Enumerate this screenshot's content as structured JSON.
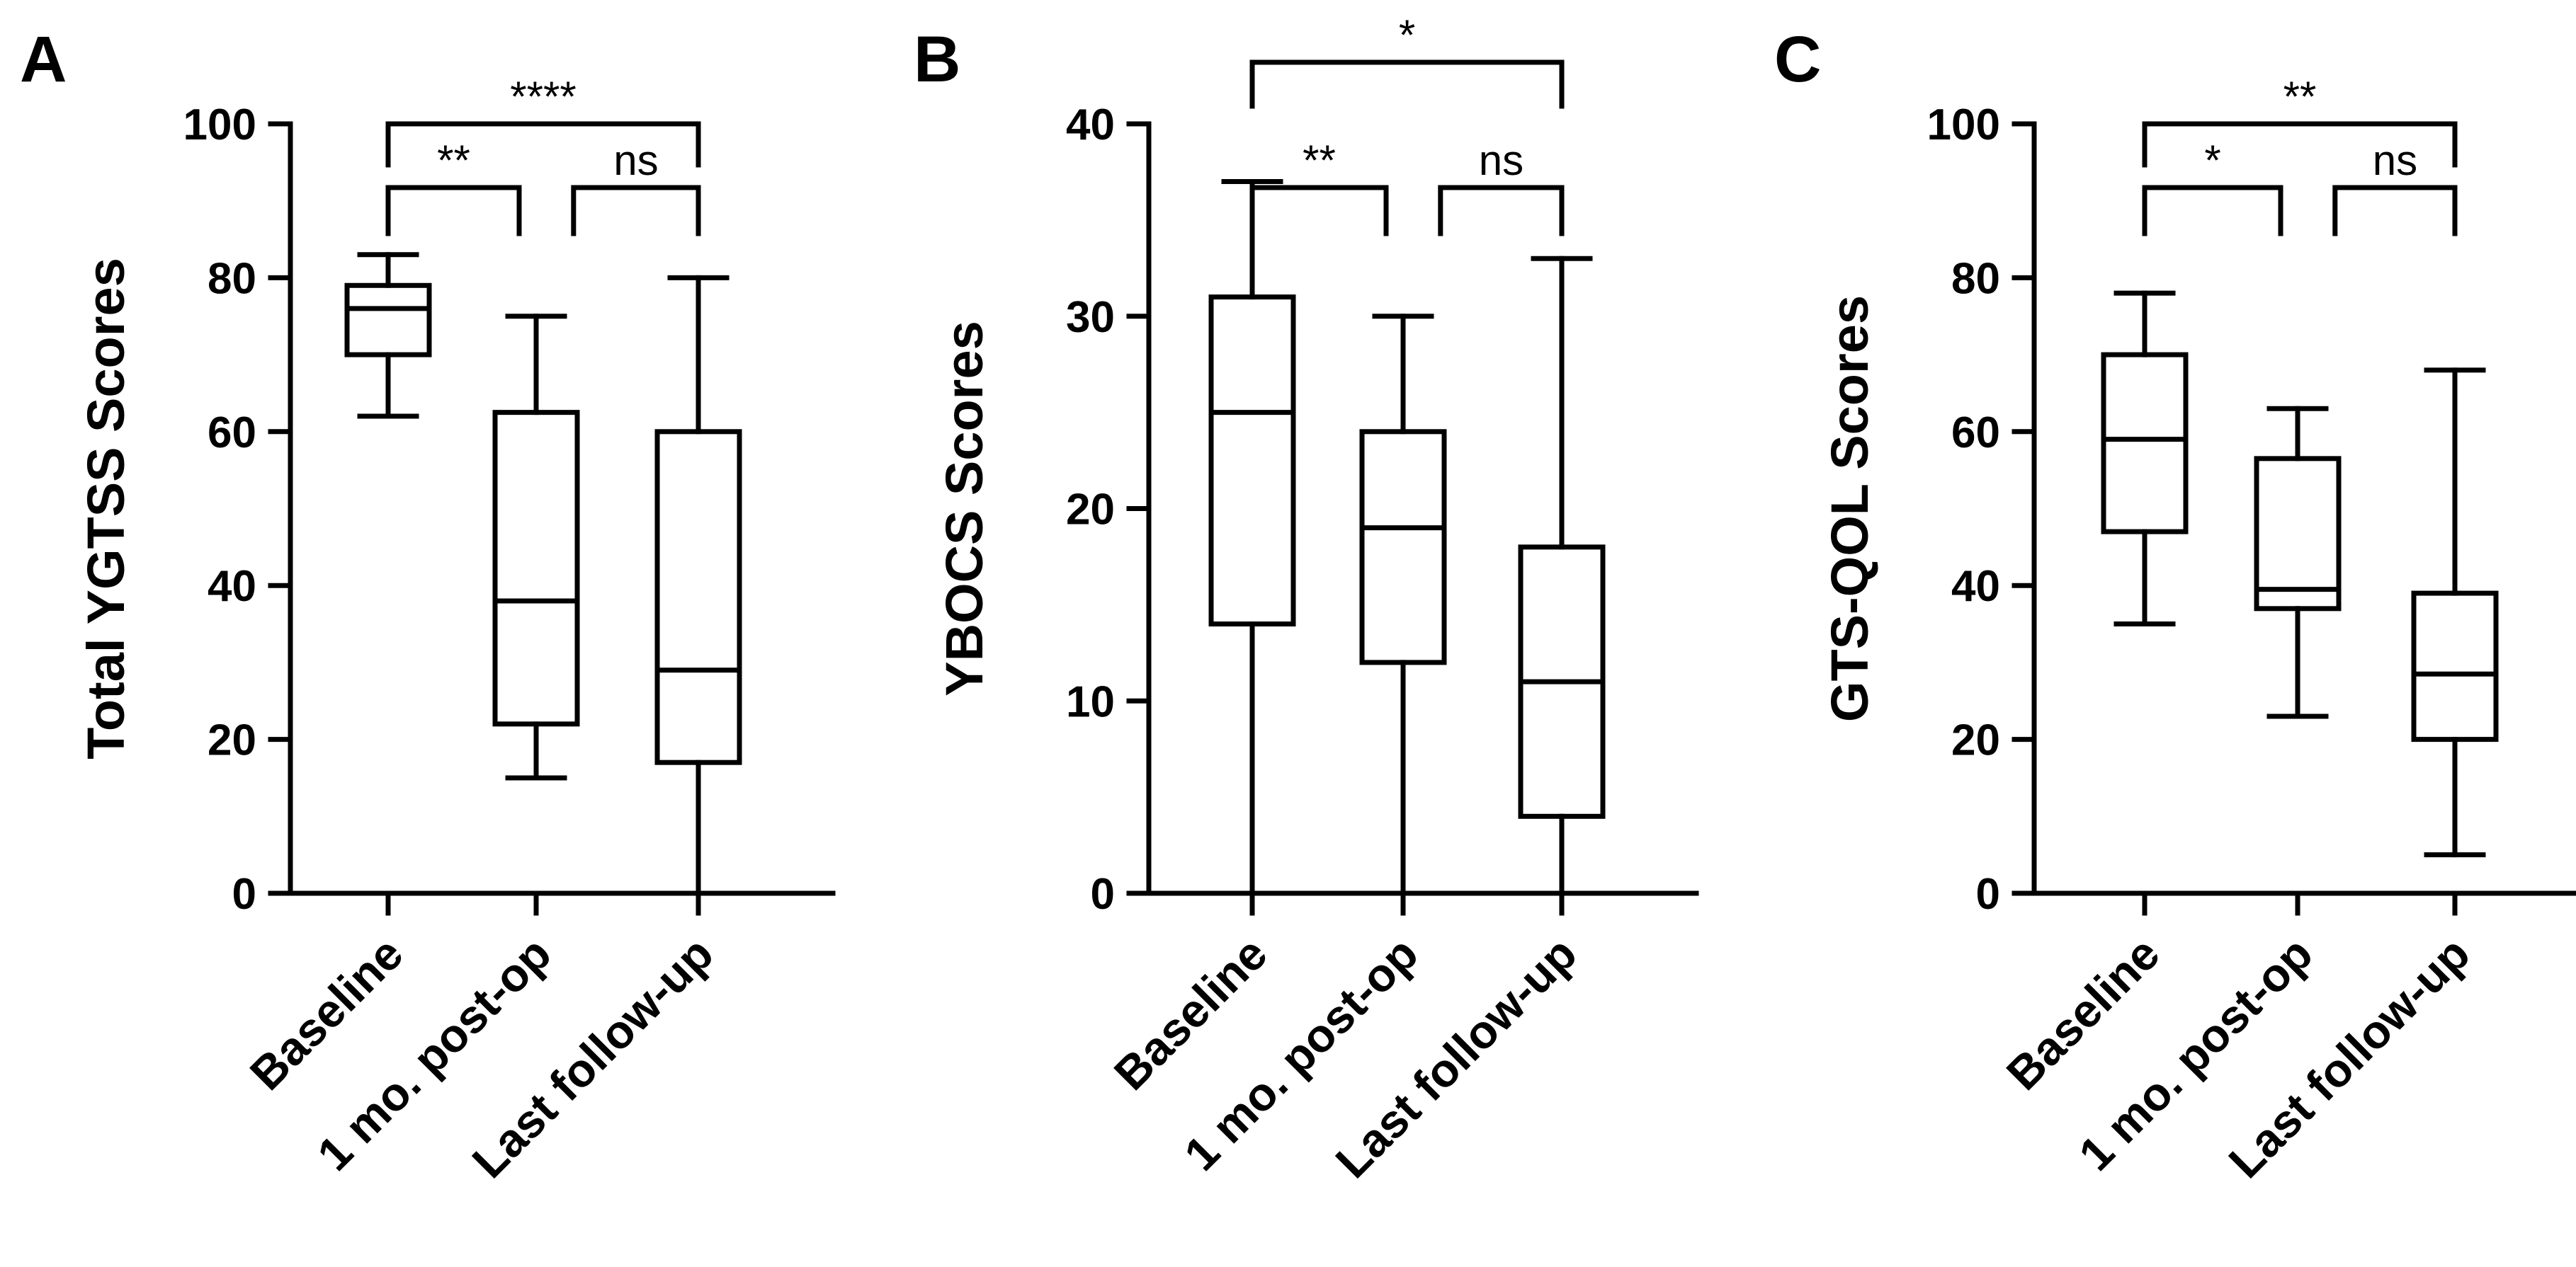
{
  "chart_data": [
    {
      "type": "box",
      "panel_label": "A",
      "ylabel": "Total YGTSS Scores",
      "ylim": [
        0,
        100
      ],
      "yticks": [
        0,
        20,
        40,
        60,
        80,
        100
      ],
      "categories": [
        "Baseline",
        "1 mo. post-op",
        "Last follow-up"
      ],
      "boxes": [
        {
          "min": 62,
          "q1": 70,
          "median": 76,
          "q3": 79,
          "max": 83
        },
        {
          "min": 15,
          "q1": 22,
          "median": 38,
          "q3": 62.5,
          "max": 75
        },
        {
          "min": 0,
          "q1": 17,
          "median": 29,
          "q3": 60,
          "max": 80
        }
      ],
      "comparisons": [
        {
          "from": 0,
          "to": 1,
          "label": "**"
        },
        {
          "from": 1,
          "to": 2,
          "label": "ns"
        },
        {
          "from": 0,
          "to": 2,
          "label": "****"
        }
      ]
    },
    {
      "type": "box",
      "panel_label": "B",
      "ylabel": "YBOCS Scores",
      "ylim": [
        0,
        40
      ],
      "yticks": [
        0,
        10,
        20,
        30,
        40
      ],
      "categories": [
        "Baseline",
        "1 mo. post-op",
        "Last follow-up"
      ],
      "boxes": [
        {
          "min": 0,
          "q1": 14,
          "median": 25,
          "q3": 31,
          "max": 37
        },
        {
          "min": 0,
          "q1": 12,
          "median": 19,
          "q3": 24,
          "max": 30
        },
        {
          "min": 0,
          "q1": 4,
          "median": 11,
          "q3": 18,
          "max": 33
        }
      ],
      "comparisons": [
        {
          "from": 0,
          "to": 1,
          "label": "**"
        },
        {
          "from": 1,
          "to": 2,
          "label": "ns"
        },
        {
          "from": 0,
          "to": 2,
          "label": "*"
        }
      ]
    },
    {
      "type": "box",
      "panel_label": "C",
      "ylabel": "GTS-QOL Scores",
      "ylim": [
        0,
        100
      ],
      "yticks": [
        0,
        20,
        40,
        60,
        80,
        100
      ],
      "categories": [
        "Baseline",
        "1 mo. post-op",
        "Last follow-up"
      ],
      "boxes": [
        {
          "min": 35,
          "q1": 47,
          "median": 59,
          "q3": 70,
          "max": 78
        },
        {
          "min": 23,
          "q1": 37,
          "median": 39.5,
          "q3": 56.5,
          "max": 63
        },
        {
          "min": 5,
          "q1": 20,
          "median": 28.5,
          "q3": 39,
          "max": 68
        }
      ],
      "comparisons": [
        {
          "from": 0,
          "to": 1,
          "label": "*"
        },
        {
          "from": 1,
          "to": 2,
          "label": "ns"
        },
        {
          "from": 0,
          "to": 2,
          "label": "**"
        }
      ]
    }
  ]
}
